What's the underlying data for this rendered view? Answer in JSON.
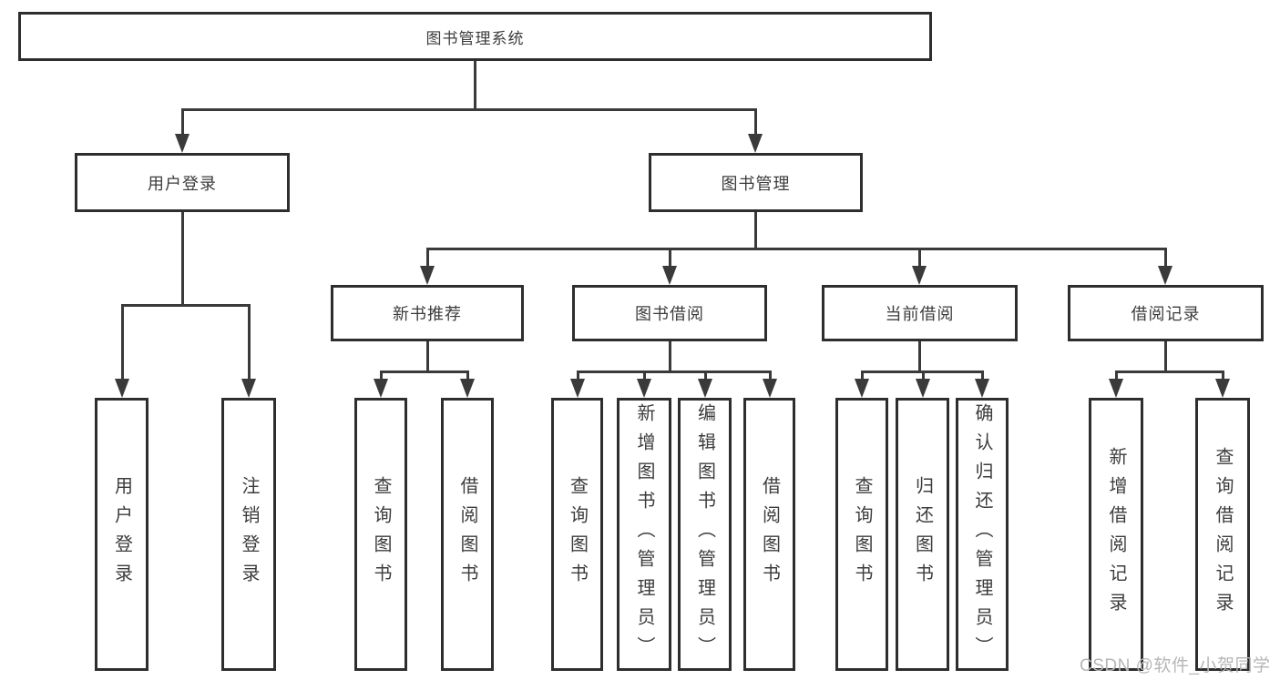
{
  "diagram": {
    "title": "图书管理系统",
    "watermark": "CSDN @软件_小贺同学",
    "colors": {
      "line": "#3a3a3a",
      "box_border": "#2e2e2e",
      "text": "#3c3c3c",
      "watermark_text": "#b6b6b6",
      "background": "#ffffff"
    },
    "nodes": [
      {
        "id": "root",
        "label": "图书管理系统",
        "parent": null,
        "orientation": "horizontal"
      },
      {
        "id": "user-login",
        "label": "用户登录",
        "parent": "root",
        "orientation": "horizontal"
      },
      {
        "id": "book-management",
        "label": "图书管理",
        "parent": "root",
        "orientation": "horizontal"
      },
      {
        "id": "new-book-recommend",
        "label": "新书推荐",
        "parent": "book-management",
        "orientation": "horizontal"
      },
      {
        "id": "book-borrowing",
        "label": "图书借阅",
        "parent": "book-management",
        "orientation": "horizontal"
      },
      {
        "id": "current-borrowing",
        "label": "当前借阅",
        "parent": "book-management",
        "orientation": "horizontal"
      },
      {
        "id": "borrowing-records",
        "label": "借阅记录",
        "parent": "book-management",
        "orientation": "horizontal"
      },
      {
        "id": "leaf-user-login",
        "label": "用户登录",
        "parent": "user-login",
        "orientation": "vertical"
      },
      {
        "id": "leaf-logout",
        "label": "注销登录",
        "parent": "user-login",
        "orientation": "vertical"
      },
      {
        "id": "leaf-nbr-query-book",
        "label": "查询图书",
        "parent": "new-book-recommend",
        "orientation": "vertical"
      },
      {
        "id": "leaf-nbr-borrow-book",
        "label": "借阅图书",
        "parent": "new-book-recommend",
        "orientation": "vertical"
      },
      {
        "id": "leaf-bb-query-book",
        "label": "查询图书",
        "parent": "book-borrowing",
        "orientation": "vertical"
      },
      {
        "id": "leaf-bb-add-book",
        "label": "新增图书（管理员）",
        "parent": "book-borrowing",
        "orientation": "vertical"
      },
      {
        "id": "leaf-bb-edit-book",
        "label": "编辑图书（管理员）",
        "parent": "book-borrowing",
        "orientation": "vertical"
      },
      {
        "id": "leaf-bb-borrow-book",
        "label": "借阅图书",
        "parent": "book-borrowing",
        "orientation": "vertical"
      },
      {
        "id": "leaf-cb-query-book",
        "label": "查询图书",
        "parent": "current-borrowing",
        "orientation": "vertical"
      },
      {
        "id": "leaf-cb-return-book",
        "label": "归还图书",
        "parent": "current-borrowing",
        "orientation": "vertical"
      },
      {
        "id": "leaf-cb-confirm-return",
        "label": "确认归还（管理员）",
        "parent": "current-borrowing",
        "orientation": "vertical"
      },
      {
        "id": "leaf-br-add-record",
        "label": "新增借阅记录",
        "parent": "borrowing-records",
        "orientation": "vertical"
      },
      {
        "id": "leaf-br-query-record",
        "label": "查询借阅记录",
        "parent": "borrowing-records",
        "orientation": "vertical"
      }
    ]
  }
}
